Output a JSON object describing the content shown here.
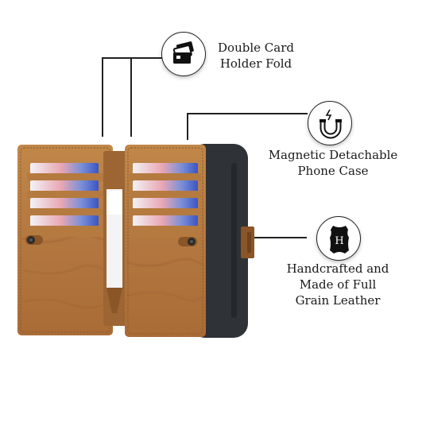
{
  "features": [
    {
      "id": "card",
      "icon": "card-holder-icon",
      "line1": "Double Card",
      "line2": "Holder Fold"
    },
    {
      "id": "magnet",
      "icon": "magnet-icon",
      "line1": "Magnetic Detachable",
      "line2": "Phone Case"
    },
    {
      "id": "leather",
      "icon": "leather-hide-icon",
      "line1": "Handcrafted and",
      "line2": "Made of Full",
      "line3": "Grain Leather"
    }
  ],
  "colors": {
    "leather": "#b57a3f",
    "leather_dark": "#8a5527",
    "phone_case": "#2f3236",
    "line": "#222222"
  }
}
